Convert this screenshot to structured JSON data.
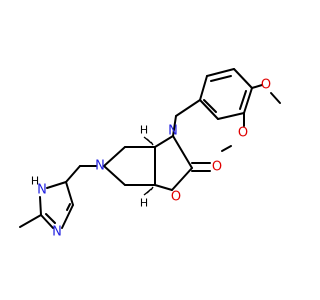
{
  "atoms": {
    "n_ring": "N",
    "n_carbamate": "N",
    "o_ring": "O",
    "o_carbonyl": "O",
    "o_methoxy_top": "O",
    "o_methoxy_side": "O",
    "n_imidazole_h": "N",
    "h_imidazole": "H",
    "n_imidazole": "N",
    "h_stereo_top": "H",
    "h_stereo_bottom": "H"
  },
  "colors": {
    "bond": "#000000",
    "nitrogen": "#2020e0",
    "oxygen": "#e00000"
  }
}
